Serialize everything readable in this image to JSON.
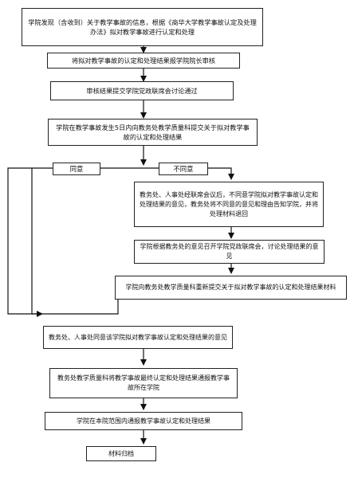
{
  "flow": {
    "step1": "学院发现（含收到）关于教学事故的信息，根据《商华大学教学事故认定及处理办法》拟对教学事故进行认定和处理",
    "step2": "将拟对教学事故的认定和处理结果报学院院长审核",
    "step3": "审核结果提交学院党政联席会讨论通过",
    "step4": "学院在教学事故发生5日内向教务处教学质量科提交关于拟对教学事故的认定和处理结果",
    "branch_agree": "同意",
    "branch_disagree": "不同意",
    "disagree_step1": "教务处、人事处经联席会议后，不同意学院拟对教学事故认定和处理结果的意见，教务处将不同意的意见和理由告知学院，并将处理材料退回",
    "disagree_step2": "学院根据教务处的意见召开学院党政联席会，讨论处理结果的意见",
    "disagree_step3": "学院向教务处教学质量科重新提交关于拟对教学事故的认定和处理结果材料",
    "step5": "教务处、人事处同意该学院拟对教学事故认定和处理结果的意见",
    "step6": "教务处教学质量科将教学事故最终认定和处理结果通报教学事故所在学院",
    "step7": "学院在本院范围内通报教学事故认定和处理结果",
    "step8": "材料归档"
  }
}
